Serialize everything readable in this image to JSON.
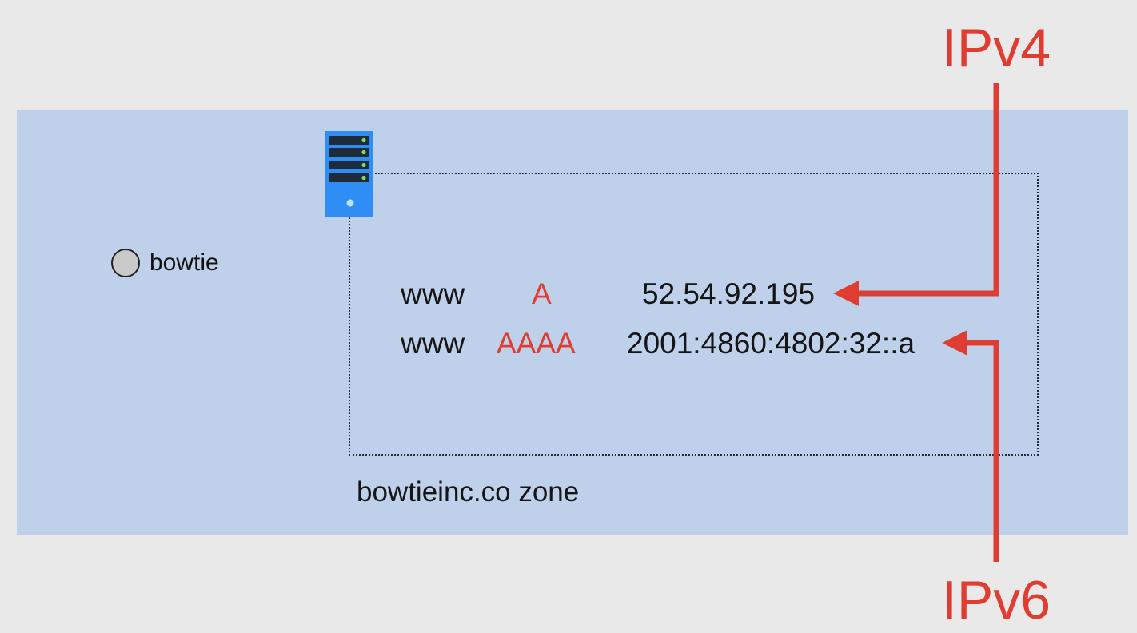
{
  "project": {
    "label": "bowtie"
  },
  "zone": {
    "label": "bowtieinc.co zone"
  },
  "records": [
    {
      "name": "www",
      "type": "A",
      "value": "52.54.92.195"
    },
    {
      "name": "www",
      "type": "AAAA",
      "value": "2001:4860:4802:32::a"
    }
  ],
  "callouts": {
    "ipv4": "IPv4",
    "ipv6": "IPv6"
  },
  "icons": {
    "server": "server-icon",
    "project": "project-circle-icon"
  },
  "colors": {
    "background": "#e9e9e9",
    "panel": "#bfd1ea",
    "accent_red": "#e03d32",
    "server_blue": "#2f8ef5"
  }
}
